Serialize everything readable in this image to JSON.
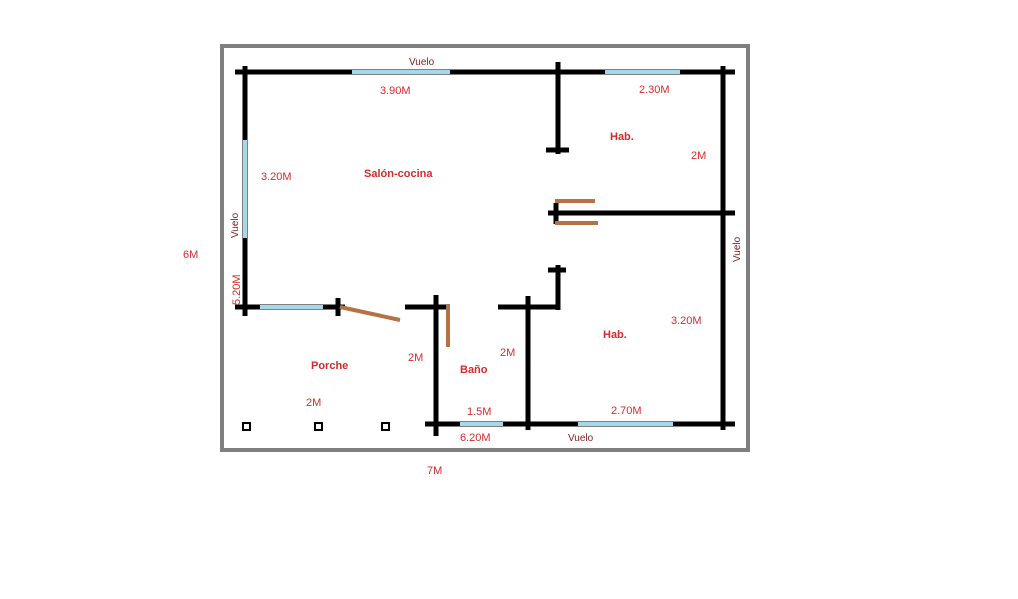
{
  "colors": {
    "wall": "#000000",
    "window": "#a6d8ec",
    "door": "#b57245",
    "frame": "#7f7f7f",
    "text_red": "#d42a2a",
    "text_dark": "#7a1f1f"
  },
  "rooms": {
    "salon": "Salón-cocina",
    "hab_top": "Hab.",
    "hab_bottom": "Hab.",
    "porche": "Porche",
    "bano": "Baño"
  },
  "dimensions": {
    "top_window": "3.90M",
    "top_right_window": "2.30M",
    "left_window": "3.20M",
    "right_top": "2M",
    "right_bottom": "3.20M",
    "left_outer": "6M",
    "left_lower": "5.20M",
    "bano_left": "2M",
    "bano_right": "2M",
    "porche_width": "2M",
    "bano_window": "1.5M",
    "bottom_total": "6.20M",
    "bottom_right_window": "2.70M",
    "overall_width": "7M"
  },
  "overhangs": {
    "top": "Vuelo",
    "left": "Vuelo",
    "right": "Vuelo",
    "bottom": "Vuelo"
  }
}
